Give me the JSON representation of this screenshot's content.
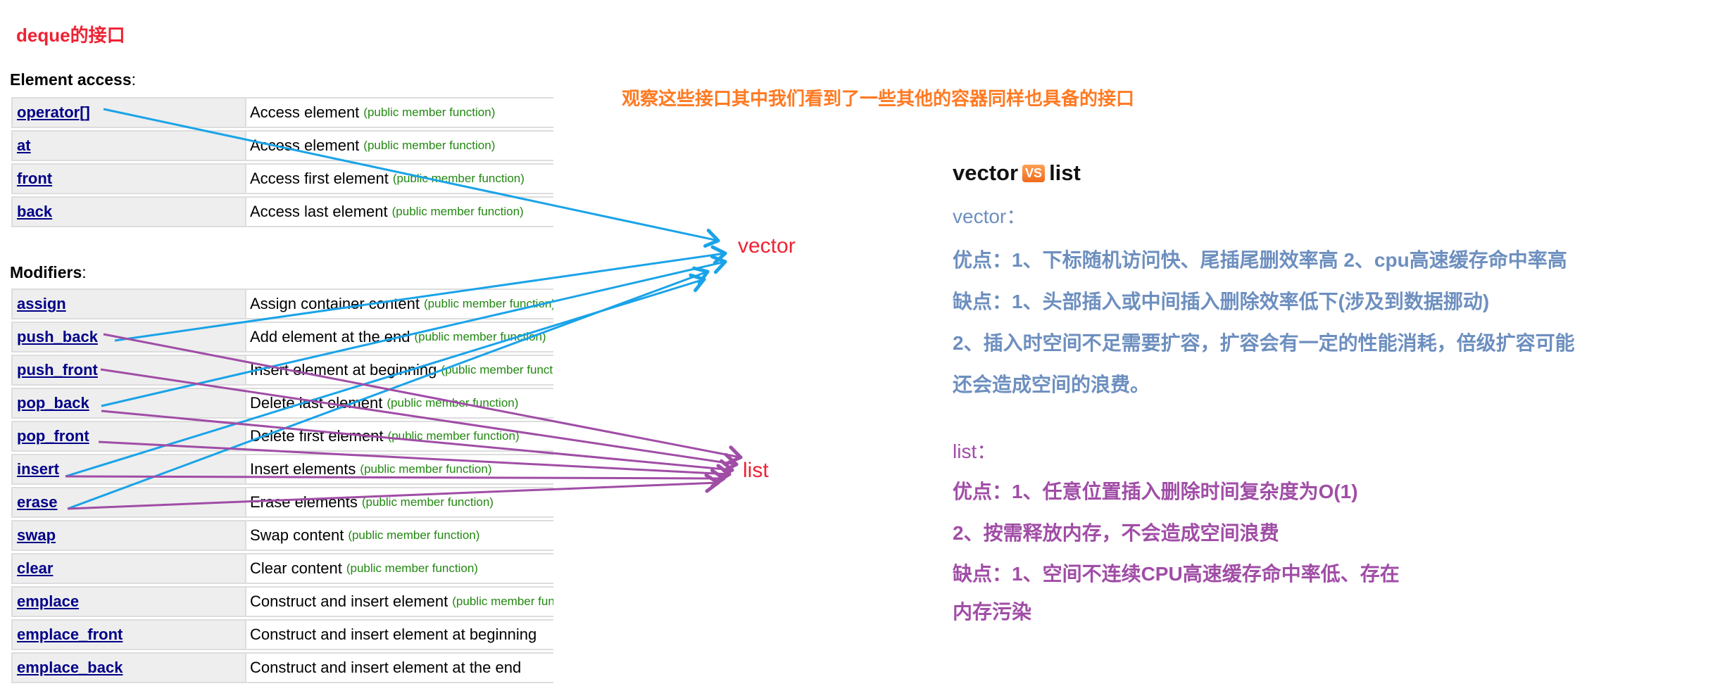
{
  "title": "deque的接口",
  "element_access": {
    "heading": "Element access",
    "colon": ":",
    "rows": [
      {
        "name": "operator[]",
        "desc": "Access element",
        "kind": "(public member function)"
      },
      {
        "name": "at",
        "desc": "Access element",
        "kind": "(public member function)"
      },
      {
        "name": "front",
        "desc": "Access first element",
        "kind": "(public member function)"
      },
      {
        "name": "back",
        "desc": "Access last element",
        "kind": "(public member function)"
      }
    ]
  },
  "modifiers": {
    "heading": "Modifiers",
    "colon": ":",
    "rows": [
      {
        "name": "assign",
        "desc": "Assign container content",
        "kind": "(public member function)"
      },
      {
        "name": "push_back",
        "desc": "Add element at the end",
        "kind": "(public member function)"
      },
      {
        "name": "push_front",
        "desc": "Insert element at beginning",
        "kind": "(public member function)"
      },
      {
        "name": "pop_back",
        "desc": "Delete last element",
        "kind": "(public member function)"
      },
      {
        "name": "pop_front",
        "desc": "Delete first element",
        "kind": "(public member function)"
      },
      {
        "name": "insert",
        "desc": "Insert elements",
        "kind": "(public member function)"
      },
      {
        "name": "erase",
        "desc": "Erase elements",
        "kind": "(public member function)"
      },
      {
        "name": "swap",
        "desc": "Swap content",
        "kind": "(public member function)"
      },
      {
        "name": "clear",
        "desc": "Clear content",
        "kind": "(public member function)"
      },
      {
        "name": "emplace",
        "desc": "Construct and insert element",
        "kind": "(public member function)"
      },
      {
        "name": "emplace_front",
        "desc": "Construct and insert element at beginning",
        "kind": ""
      },
      {
        "name": "emplace_back",
        "desc": "Construct and insert element at the end",
        "kind": ""
      }
    ]
  },
  "observation": "观察这些接口其中我们看到了一些其他的容器同样也具备的接口",
  "labels": {
    "vector": "vector",
    "list": "list"
  },
  "comparison": {
    "left": "vector",
    "badge": "VS",
    "right": "list",
    "vector_heading": "vector：",
    "vector_lines": [
      "优点：1、下标随机访问快、尾插尾删效率高  2、cpu高速缓存命中率高",
      "缺点：1、头部插入或中间插入删除效率低下(涉及到数据挪动)",
      "2、插入时空间不足需要扩容，扩容会有一定的性能消耗，倍级扩容可能",
      "还会造成空间的浪费。"
    ],
    "list_heading": "list：",
    "list_lines": [
      "优点：1、任意位置插入删除时间复杂度为O(1)",
      "2、按需释放内存，不会造成空间浪费",
      "缺点：1、空间不连续CPU高速缓存命中率低、存在",
      "内存污染"
    ]
  },
  "colors": {
    "title": "#ee2233",
    "observation": "#ff7a22",
    "vector_text": "#6d8fbf",
    "list_text": "#a04da6",
    "arrow_vector": "#1aa3e8",
    "arrow_list": "#a04da6",
    "link": "#000088",
    "kind": "#228811"
  }
}
